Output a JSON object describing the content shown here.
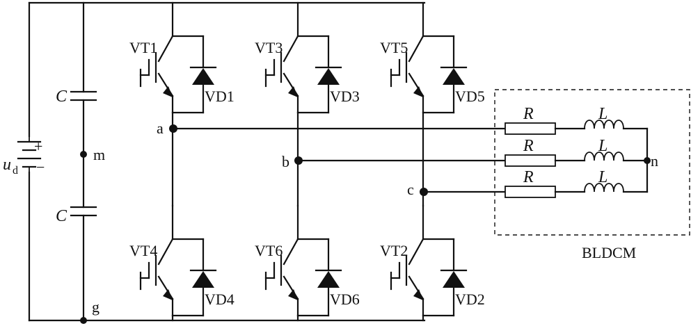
{
  "source": {
    "voltage_symbol": "u",
    "voltage_subscript": "d",
    "plus": "+",
    "minus": "−"
  },
  "capacitors": {
    "top": "C",
    "bottom": "C"
  },
  "nodes": {
    "midpoint": "m",
    "ground": "g",
    "a": "a",
    "b": "b",
    "c": "c",
    "neutral": "n"
  },
  "switches": {
    "upper": [
      {
        "transistor": "VT1",
        "diode": "VD1"
      },
      {
        "transistor": "VT3",
        "diode": "VD3"
      },
      {
        "transistor": "VT5",
        "diode": "VD5"
      }
    ],
    "lower": [
      {
        "transistor": "VT4",
        "diode": "VD4"
      },
      {
        "transistor": "VT6",
        "diode": "VD6"
      },
      {
        "transistor": "VT2",
        "diode": "VD2"
      }
    ]
  },
  "motor": {
    "name": "BLDCM",
    "phases": [
      {
        "resistor": "R",
        "inductor": "L"
      },
      {
        "resistor": "R",
        "inductor": "L"
      },
      {
        "resistor": "R",
        "inductor": "L"
      }
    ]
  }
}
